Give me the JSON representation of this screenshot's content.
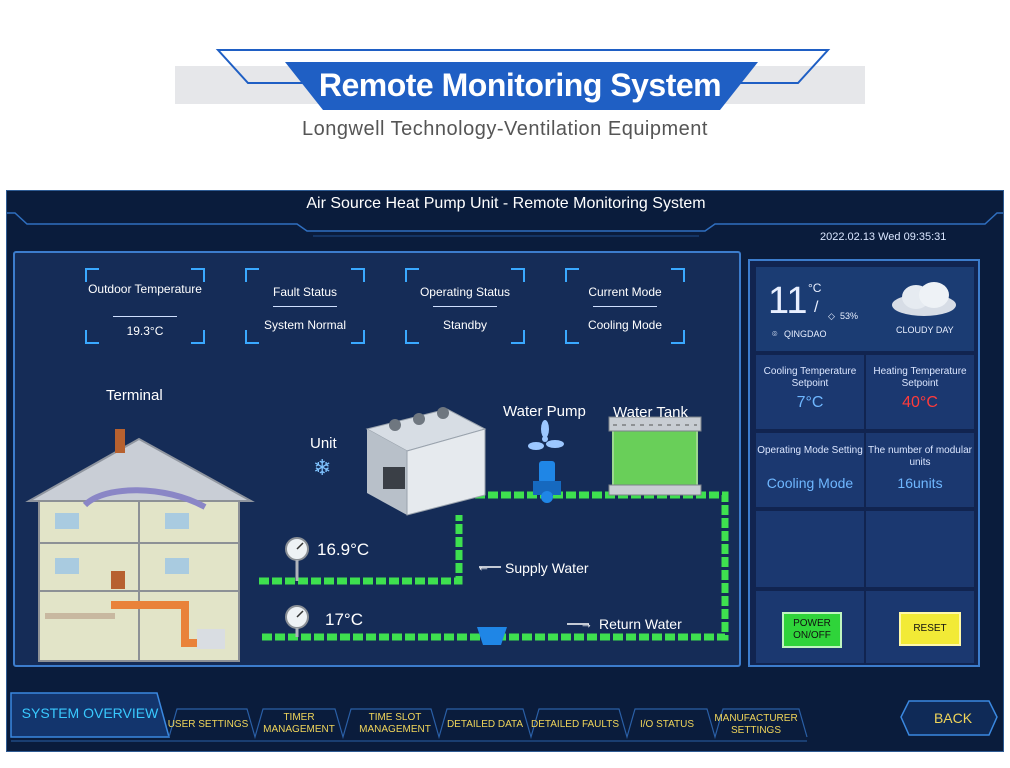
{
  "banner": {
    "title": "Remote Monitoring System",
    "subtitle": "Longwell Technology-Ventilation Equipment"
  },
  "screen": {
    "title": "Air Source Heat Pump Unit - Remote Monitoring System",
    "datetime": "2022.02.13 Wed 09:35:31"
  },
  "status": [
    {
      "label": "Outdoor Temperature",
      "value": "19.3°C"
    },
    {
      "label": "Fault Status",
      "value": "System Normal"
    },
    {
      "label": "Operating Status",
      "value": "Standby"
    },
    {
      "label": "Current Mode",
      "value": "Cooling Mode"
    }
  ],
  "diagram": {
    "terminal": "Terminal",
    "unit": "Unit",
    "water_pump": "Water Pump",
    "water_tank": "Water Tank",
    "supply_temp": "16.9°C",
    "return_temp": "17°C",
    "supply_water": "Supply Water",
    "return_water": "Return Water",
    "supply_arrow": "←",
    "return_arrow": "→",
    "snow_icon": "❄"
  },
  "weather": {
    "temp": "11",
    "unit": "°C",
    "slash": "/",
    "humidity": "53%",
    "city": "QINGDAO",
    "condition": "CLOUDY DAY"
  },
  "settings": [
    {
      "label": "Cooling Temperature Setpoint",
      "value": "7°C",
      "color": "#6fb7ff"
    },
    {
      "label": "Heating Temperature Setpoint",
      "value": "40°C",
      "color": "#ff3b3b"
    },
    {
      "label": "Operating Mode Setting",
      "value": "Cooling Mode",
      "color": "#6fb7ff"
    },
    {
      "label": "The number of modular units",
      "value": "16units",
      "color": "#6fb7ff"
    }
  ],
  "buttons": {
    "power": "POWER ON/OFF",
    "reset": "RESET"
  },
  "nav": {
    "items": [
      "SYSTEM OVERVIEW",
      "USER SETTINGS",
      "TIMER MANAGEMENT",
      "TIME SLOT MANAGEMENT",
      "DETAILED DATA",
      "DETAILED FAULTS",
      "I/O STATUS",
      "MANUFACTURER SETTINGS"
    ],
    "back": "BACK"
  },
  "colors": {
    "screen_bg": "#0a1c3c",
    "panel_border": "#3c7ccc",
    "pipe": "#3ee04f",
    "nav_text": "#f0d55a",
    "nav_active": "#39c9ff",
    "banner_blue": "#1f5fc4"
  }
}
